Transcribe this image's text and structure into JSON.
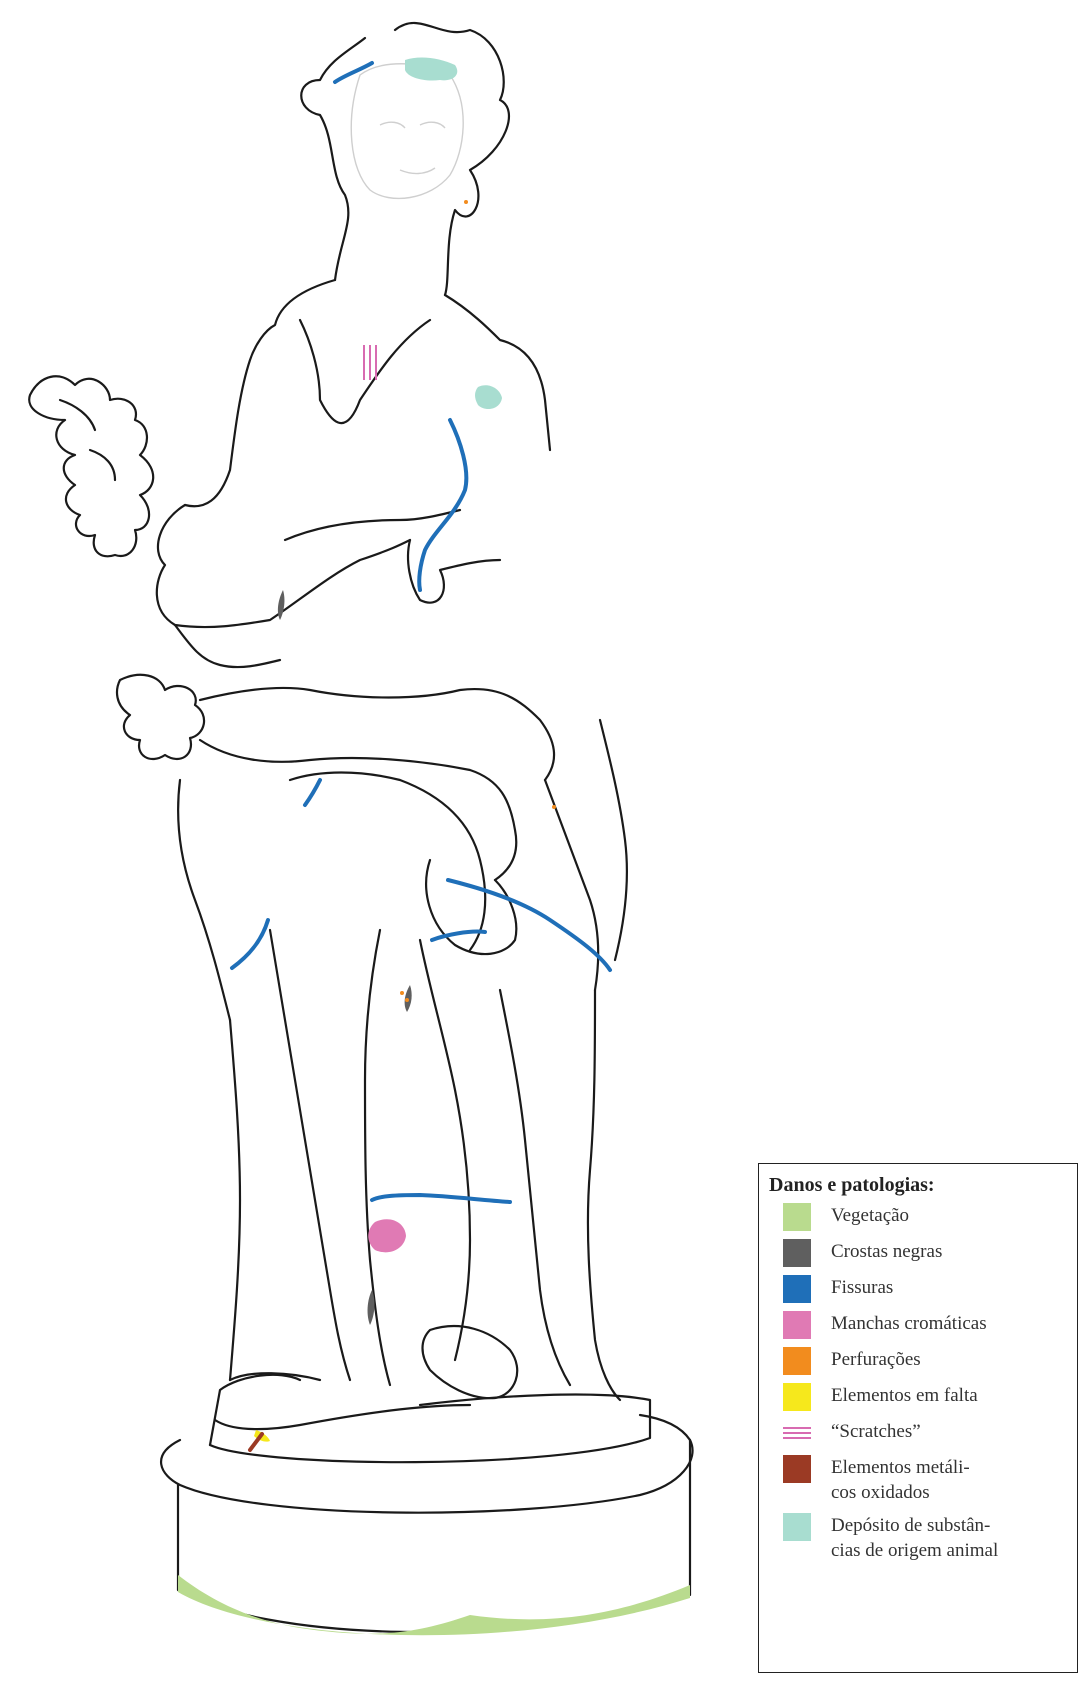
{
  "legend": {
    "title": "Danos e patologias:",
    "items": [
      {
        "key": "vegetacao",
        "label": "Vegetação",
        "color": "#b9db8e",
        "style": "fill"
      },
      {
        "key": "crostas",
        "label": "Crostas negras",
        "color": "#5f5f5f",
        "style": "fill"
      },
      {
        "key": "fissuras",
        "label": "Fissuras",
        "color": "#1f6fb8",
        "style": "fill"
      },
      {
        "key": "manchas",
        "label": "Manchas cromáticas",
        "color": "#e07ab4",
        "style": "fill"
      },
      {
        "key": "perfuracoes",
        "label": "Perfurações",
        "color": "#f28c1e",
        "style": "fill"
      },
      {
        "key": "falta",
        "label": "Elementos em falta",
        "color": "#f6e81c",
        "style": "fill"
      },
      {
        "key": "scratches",
        "label": "“Scratches”",
        "color": "#d86bb1",
        "style": "lines"
      },
      {
        "key": "metalicos",
        "label": "Elementos metáli-\ncos oxidados",
        "color": "#9b3a24",
        "style": "fill"
      },
      {
        "key": "deposito",
        "label": "Depósito de substân-\ncias de origem animal",
        "color": "#a8ddd0",
        "style": "fill"
      }
    ]
  }
}
